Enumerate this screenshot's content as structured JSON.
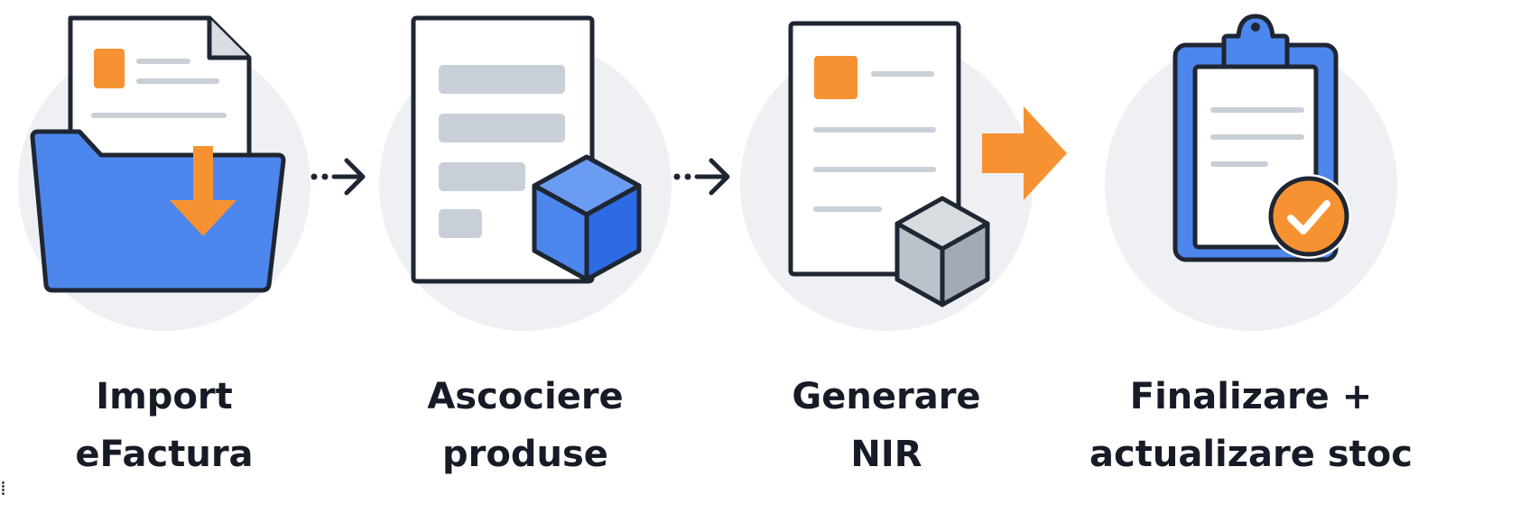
{
  "steps": [
    {
      "id": "import",
      "line1": "Import",
      "line2": "eFactura",
      "icon": "folder-invoice-download-icon"
    },
    {
      "id": "associate",
      "line1": "Ascociere",
      "line2": "produse",
      "icon": "document-product-box-icon"
    },
    {
      "id": "generate",
      "line1": "Generare",
      "line2": "NIR",
      "icon": "document-box-arrow-icon"
    },
    {
      "id": "finalize",
      "line1": "Finalizare +",
      "line2": "actualizare stoc",
      "icon": "clipboard-check-icon"
    }
  ],
  "colors": {
    "orange": "#f79232",
    "blue": "#4d86ec",
    "blue_dark": "#2c6be3",
    "outline": "#1f2633",
    "circle_bg": "#eef0f3",
    "line_gray": "#c9cfd7",
    "box_gray": "#bcc2ca"
  }
}
